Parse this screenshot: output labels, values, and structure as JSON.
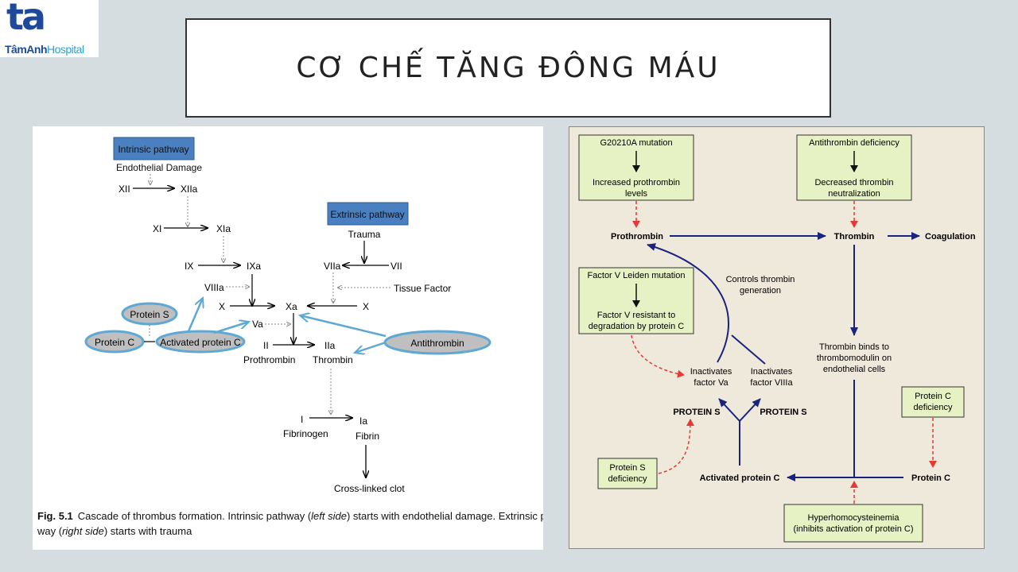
{
  "logo": {
    "mark": "ta",
    "name_bold": "TâmAnh",
    "name_light": "Hospital"
  },
  "title": "CƠ CHẾ TĂNG ĐÔNG MÁU",
  "left": {
    "intrinsic_label": "Intrinsic pathway",
    "endothelial": "Endothelial Damage",
    "XII": "XII",
    "XIIa": "XIIa",
    "XI": "XI",
    "XIa": "XIa",
    "IX": "IX",
    "IXa": "IXa",
    "VIIIa": "VIIIa",
    "X_left": "X",
    "Xa": "Xa",
    "X_right": "X",
    "Va": "Va",
    "II": "II",
    "IIa": "IIa",
    "prothrombin": "Prothrombin",
    "thrombin": "Thrombin",
    "extrinsic_label": "Extrinsic pathway",
    "trauma": "Trauma",
    "VIIa": "VIIa",
    "VII": "VII",
    "tissue_factor": "Tissue Factor",
    "protein_s": "Protein S",
    "protein_c": "Protein C",
    "activated_pc": "Activated protein C",
    "antithrombin": "Antithrombin",
    "I": "I",
    "Ia": "Ia",
    "fibrinogen": "Fibrinogen",
    "fibrin": "Fibrin",
    "crosslinked": "Cross-linked clot",
    "caption_fig": "Fig. 5.1",
    "caption_1": "Cascade of thrombus formation. Intrinsic pathway (",
    "caption_left_side": "left side",
    "caption_2": ") starts with endothelial damage. Extrinsic path-",
    "caption_3": "way (",
    "caption_right_side": "right side",
    "caption_4": ") starts with trauma"
  },
  "right": {
    "g20210a": "G20210A mutation",
    "inc_pro_1": "Increased prothrombin",
    "inc_pro_2": "levels",
    "at_def": "Antithrombin deficiency",
    "dec_thr_1": "Decreased thrombin",
    "dec_thr_2": "neutralization",
    "prothrombin": "Prothrombin",
    "thrombin": "Thrombin",
    "coagulation": "Coagulation",
    "controls_1": "Controls thrombin",
    "controls_2": "generation",
    "fvl": "Factor V Leiden mutation",
    "fv_res_1": "Factor V resistant to",
    "fv_res_2": "degradation by protein C",
    "inact_va_1": "Inactivates",
    "inact_va_2": "factor Va",
    "inact_viiia_1": "Inactivates",
    "inact_viiia_2": "factor VIIIa",
    "protein_s_l": "PROTEIN S",
    "protein_s_r": "PROTEIN S",
    "binds_1": "Thrombin binds to",
    "binds_2": "thrombomodulin on",
    "binds_3": "endothelial cells",
    "pc_def_1": "Protein C",
    "pc_def_2": "deficiency",
    "ps_def_1": "Protein S",
    "ps_def_2": "deficiency",
    "activated_pc": "Activated protein C",
    "protein_c": "Protein C",
    "hhc_1": "Hyperhomocysteinemia",
    "hhc_2": "(inhibits activation of protein C)"
  }
}
